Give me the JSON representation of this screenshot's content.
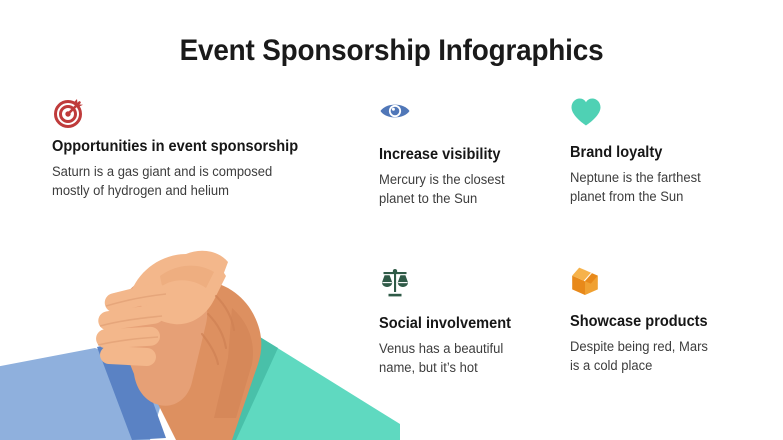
{
  "slide": {
    "title": "Event Sponsorship Infographics",
    "background_color": "#ffffff",
    "heading_color": "#161616",
    "body_color": "#3d3d3d"
  },
  "features": [
    {
      "id": "opportunities",
      "icon": "target-icon",
      "icon_color": "#bf3b3b",
      "heading": "Opportunities in event sponsorship",
      "body_lines": [
        "Saturn is a gas giant and is composed",
        "mostly of hydrogen and helium"
      ]
    },
    {
      "id": "visibility",
      "icon": "eye-icon",
      "icon_color": "#5077b8",
      "heading": "Increase visibility",
      "body_lines": [
        "Mercury is the closest",
        "planet to the Sun"
      ]
    },
    {
      "id": "loyalty",
      "icon": "heart-icon",
      "icon_color": "#4fd1b4",
      "heading": "Brand loyalty",
      "body_lines": [
        "Neptune is the farthest",
        "planet from the Sun"
      ]
    },
    {
      "id": "social",
      "icon": "scales-icon",
      "icon_color": "#2f5a47",
      "heading": "Social involvement",
      "body_lines": [
        "Venus has a beautiful",
        "name, but it’s hot"
      ]
    },
    {
      "id": "showcase",
      "icon": "package-box-icon",
      "icon_color": "#ed8f1c",
      "heading": "Showcase products",
      "body_lines": [
        "Despite being red, Mars",
        "is a cold place"
      ]
    }
  ],
  "illustration": {
    "name": "handshake-illustration",
    "colors": {
      "sleeve_left": "#8fb0dd",
      "cuff_left": "#5a82c4",
      "sleeve_right": "#5fd9c0",
      "cuff_right": "#49c0a9",
      "skin_light": "#f3b78b",
      "skin_mid": "#e6a076",
      "skin_dark": "#d98c5c",
      "skin_shadow": "#cb7f51"
    }
  }
}
